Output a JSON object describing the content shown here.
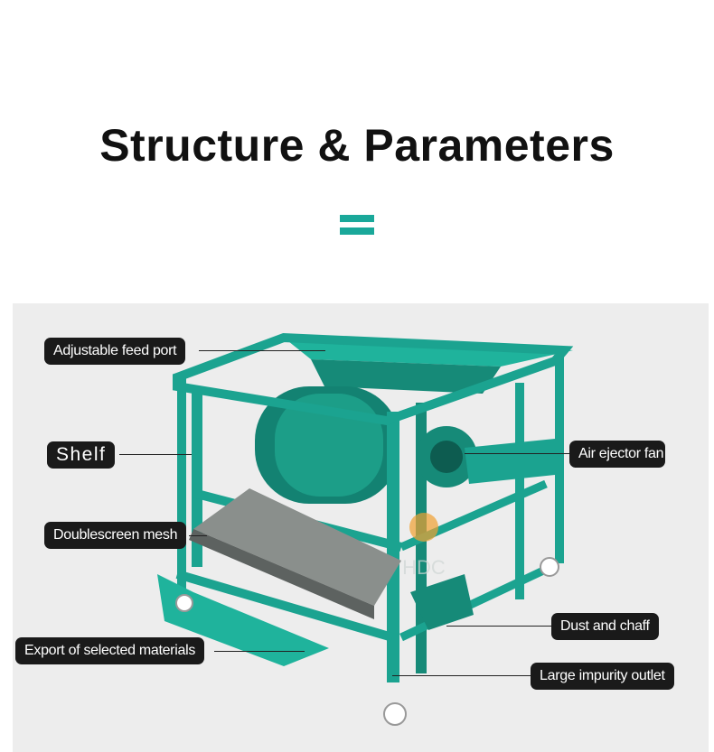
{
  "heading": {
    "title": "Structure & Parameters",
    "divider_color": "#1aa89a"
  },
  "diagram": {
    "machine_color": "#1ba390",
    "watermark_text": "HDC",
    "labels": {
      "feed_port": "Adjustable feed port",
      "shelf": "Shelf",
      "double_screen": "Doublescreen mesh",
      "export": "Export of selected materials",
      "air_fan": "Air ejector fan",
      "dust": "Dust and chaff",
      "impurity": "Large impurity outlet"
    }
  }
}
